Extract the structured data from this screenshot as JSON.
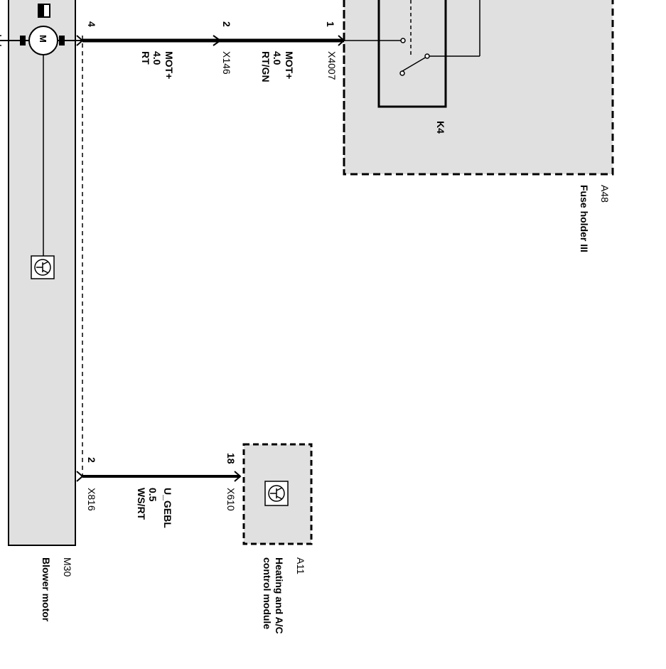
{
  "components": {
    "blower_motor": {
      "id": "M30",
      "name": "Blower motor"
    },
    "fuse_holder": {
      "id": "A48",
      "name": "Fuse holder III",
      "relay": "K4"
    },
    "control_module": {
      "id": "A11",
      "name_line1": "Heating and A/C",
      "name_line2": "control module"
    }
  },
  "connectors": {
    "x4007": {
      "label": "X4007",
      "pin": "1"
    },
    "x146": {
      "label": "X146",
      "pin": "2"
    },
    "m30_top": {
      "pin": "4"
    },
    "x816": {
      "label": "X816",
      "pin": "2"
    },
    "x610": {
      "label": "X610",
      "pin": "18"
    }
  },
  "wires": {
    "mot_upper": {
      "signal": "MOT+",
      "gauge": "4.0",
      "color": "RT/GN"
    },
    "mot_lower": {
      "signal": "MOT+",
      "gauge": "4.0",
      "color": "RT"
    },
    "ugebl": {
      "signal": "U_GEBL",
      "gauge": "0.5",
      "color": "WS/RT"
    }
  },
  "motor_symbol": "M",
  "colors": {
    "component_fill": "#e0e0e0",
    "line": "#000000"
  }
}
